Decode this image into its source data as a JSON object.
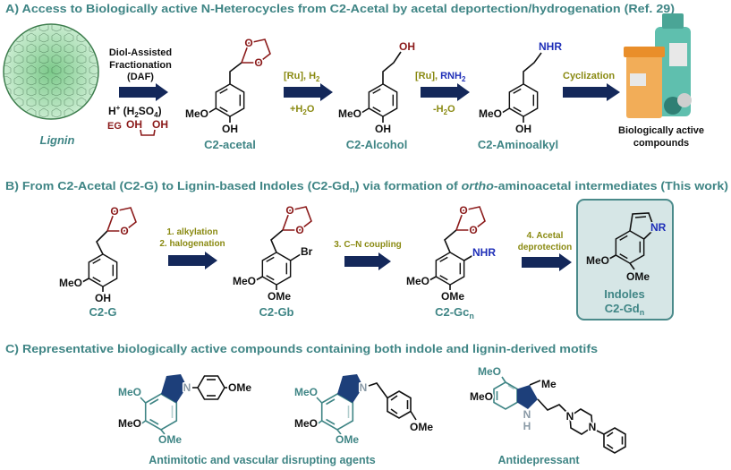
{
  "panel_a": {
    "title": "A) Access to Biologically active N-Heterocycles from C2-Acetal by acetal deportection/hydrogenation (Ref. 29)",
    "lignin_label": "Lignin",
    "daf": [
      "Diol-Assisted",
      "Fractionation",
      "(DAF)"
    ],
    "acid": {
      "h": "H",
      "plus": "+",
      "rest1": " (H",
      "sub2": "2",
      "rest2": "SO",
      "sub4": "4",
      "close": ")"
    },
    "eg": {
      "label": "EG",
      "oh1": "OH",
      "oh2": "OH"
    },
    "step1": {
      "top": "[Ru], H",
      "top_sub": "2",
      "bottom": "+H",
      "bottom_sub": "2",
      "bottom_end": "O"
    },
    "step2": {
      "top_a": "[Ru], ",
      "top_b": "RNH",
      "top_sub": "2",
      "bottom": "-H",
      "bottom_sub": "2",
      "bottom_end": "O"
    },
    "step3": "Cyclization",
    "compounds": [
      "C2-acetal",
      "C2-Alcohol",
      "C2-Aminoalkyl"
    ],
    "product": [
      "Biologically active",
      "compounds"
    ],
    "atoms": {
      "meo": "MeO",
      "oh": "OH",
      "o": "O",
      "nhr": "NHR"
    }
  },
  "panel_b": {
    "title_a": "B) From C2-Acetal (C2-G) to Lignin-based Indoles (C2-Gd",
    "title_sub": "n",
    "title_b": ") via formation of ",
    "title_ital": "ortho",
    "title_c": "-aminoacetal intermediates (This work)",
    "steps": [
      "1. alkylation",
      "2. halogenation",
      "3. C–N coupling",
      "4. Acetal",
      "deprotection"
    ],
    "compounds": [
      "C2-G",
      "C2-Gb",
      "C2-Gc",
      "Indoles",
      "C2-Gd"
    ],
    "compound_sub": "n",
    "atoms": {
      "meo": "MeO",
      "ome": "OMe",
      "oh": "OH",
      "br": "Br",
      "nhr": "NHR",
      "nr": "NR",
      "o": "O"
    }
  },
  "panel_c": {
    "title": "C) Representative biologically active compounds containing both indole and lignin-derived motifs",
    "labels": [
      "Antimitotic and vascular disrupting agents",
      "Antidepressant"
    ],
    "atoms": {
      "meo": "MeO",
      "ome": "OMe",
      "me": "Me",
      "n": "N",
      "h": "H"
    }
  },
  "colors": {
    "title": "#3f8585",
    "arrow": "#14285a",
    "acetal_red": "#8b1a1a",
    "amine_blue": "#1f2fb8",
    "conditions": "#8a8a12",
    "box_fill": "#d6e6e6"
  }
}
